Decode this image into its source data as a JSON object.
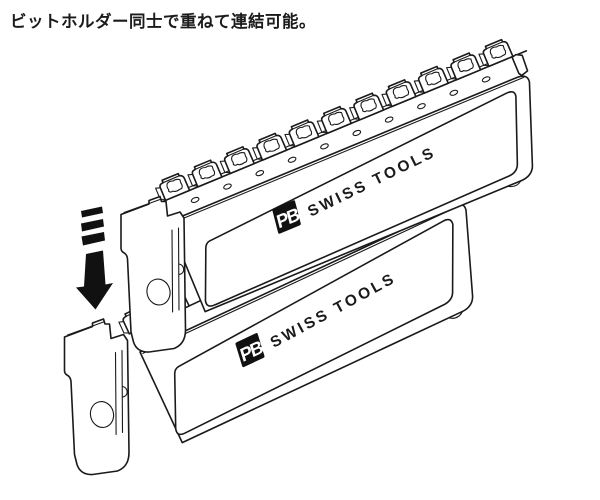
{
  "caption": {
    "text": "ビットホルダー同士で重ねて連結可能。"
  },
  "colors": {
    "background": "#ffffff",
    "line": "#1a1a1a",
    "arrow": "#111111",
    "logo_bg": "#111111",
    "logo_text": "#ffffff"
  },
  "holders": {
    "upper": {
      "brand_mark": "PB",
      "brand_text": "SWISS TOOLS",
      "socket_count": 11
    },
    "lower": {
      "brand_mark": "PB",
      "brand_text": "SWISS TOOLS",
      "visible_socket_count": 2
    }
  },
  "arrow": {
    "direction": "down",
    "segments": 3
  }
}
